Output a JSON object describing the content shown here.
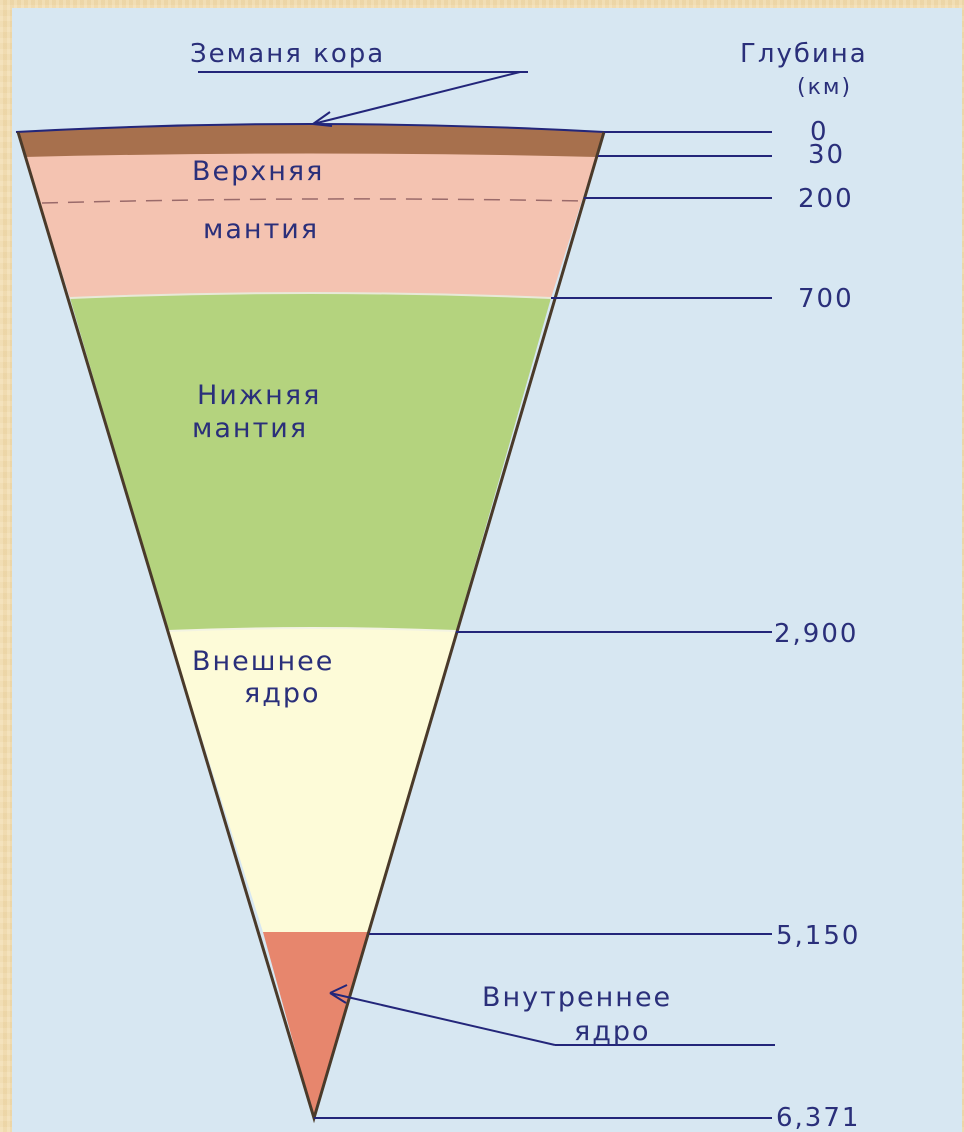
{
  "crust_label": "Земаня кора",
  "depth_header": [
    "Глубина",
    "(км)"
  ],
  "depth_labels": [
    "0",
    "30",
    "200",
    "700",
    "2,900",
    "5,150",
    "6,371"
  ],
  "layers": {
    "upper_mantle": [
      "Верхняя",
      "мантия"
    ],
    "lower_mantle": [
      "Нижняя",
      "мантия"
    ],
    "outer_core": [
      "Внешнее",
      "ядро"
    ],
    "inner_core": [
      "Внутреннее",
      "ядро"
    ]
  },
  "colors": {
    "background": "#d7e7f2",
    "crust": "#a7704d",
    "upper_mantle": "#f4c3b1",
    "lower_mantle": "#b4d37e",
    "outer_core": "#fdfbd8",
    "inner_core": "#e7866d",
    "text": "#2a2f7a"
  }
}
